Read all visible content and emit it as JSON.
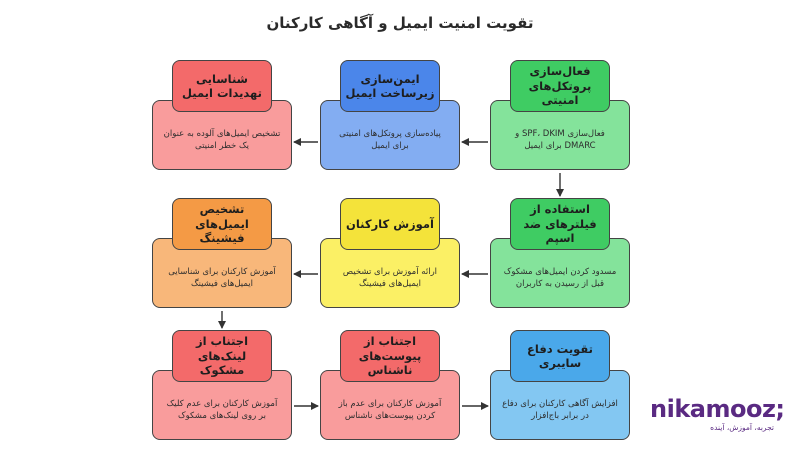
{
  "title": "تقویت امنیت ایمیل و آگاهی کارکنان",
  "nodes": {
    "n1": {
      "title": "فعال‌سازی پروتکل‌های امنیتی",
      "text": "فعال‌سازی SPF، DKIM و DMARC برای ایمیل",
      "color": "green"
    },
    "n2": {
      "title": "ایمن‌سازی زیرساخت ایمیل",
      "text": "پیاده‌سازی پروتکل‌های امنیتی برای ایمیل",
      "color": "blue"
    },
    "n3": {
      "title": "شناسایی تهدیدات ایمیل",
      "text": "تشخیص ایمیل‌های آلوده به عنوان یک خطر امنیتی",
      "color": "red"
    },
    "n4": {
      "title": "استفاده از فیلترهای ضد اسپم",
      "text": "مسدود کردن ایمیل‌های مشکوک قبل از رسیدن به کاربران",
      "color": "green"
    },
    "n5": {
      "title": "آموزش کارکنان",
      "text": "ارائه آموزش برای تشخیص ایمیل‌های فیشینگ",
      "color": "yellow"
    },
    "n6": {
      "title": "تشخیص ایمیل‌های فیشینگ",
      "text": "آموزش کارکنان برای شناسایی ایمیل‌های فیشینگ",
      "color": "orange"
    },
    "n7": {
      "title": "تقویت دفاع سایبری",
      "text": "افزایش آگاهی کارکنان برای دفاع در برابر باج‌افزار",
      "color": "sky"
    },
    "n8": {
      "title": "اجتناب از پیوست‌های ناشناس",
      "text": "آموزش کارکنان برای عدم باز کردن پیوست‌های ناشناس",
      "color": "red"
    },
    "n9": {
      "title": "اجتناب از لینک‌های مشکوک",
      "text": "آموزش کارکنان برای عدم کلیک بر روی لینک‌های مشکوک",
      "color": "red"
    }
  },
  "logo": {
    "name": "nikamooz",
    "tagline": "تجربه، آموزش، آینده"
  }
}
